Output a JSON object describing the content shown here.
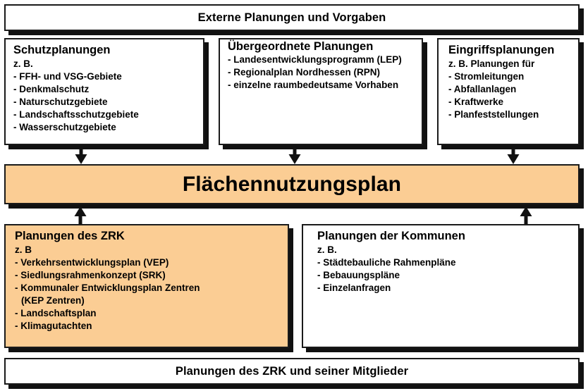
{
  "diagram": {
    "title": "Flächennutzungsplan diagram",
    "colors": {
      "accent_orange": "#fbcd94",
      "box_border": "#1a1a1a",
      "shadow": "#111111",
      "background": "#ffffff"
    },
    "top_banner": {
      "label": "Externe Planungen und Vorgaben"
    },
    "center_banner": {
      "label": "Flächennutzungsplan"
    },
    "bottom_banner": {
      "label": "Planungen des ZRK und seiner Mitglieder"
    },
    "upper_boxes": [
      {
        "title": "Schutzplanungen",
        "subtitle": "z. B.",
        "items": [
          "- FFH- und VSG-Gebiete",
          "- Denkmalschutz",
          "- Naturschutzgebiete",
          "- Landschaftsschutzgebiete",
          "- Wasserschutzgebiete"
        ]
      },
      {
        "title": "Übergeordnete Planungen",
        "subtitle": "",
        "items": [
          "- Landesentwicklungsprogramm (LEP)",
          "- Regionalplan Nordhessen (RPN)",
          "- einzelne raumbedeutsame Vorhaben"
        ]
      },
      {
        "title": "Eingriffsplanungen",
        "subtitle": "z. B. Planungen für",
        "items": [
          "- Stromleitungen",
          "- Abfallanlagen",
          "- Kraftwerke",
          "- Planfeststellungen"
        ]
      }
    ],
    "lower_boxes": [
      {
        "title": "Planungen des ZRK",
        "subtitle": "z. B",
        "items": [
          "- Verkehrsentwicklungsplan (VEP)",
          "- Siedlungsrahmenkonzept (SRK)",
          "- Kommunaler Entwicklungsplan  Zentren",
          "(KEP Zentren)",
          "- Landschaftsplan",
          "- Klimagutachten"
        ]
      },
      {
        "title": "Planungen der Kommunen",
        "subtitle": "z. B.",
        "items": [
          "- Städtebauliche Rahmenpläne",
          "- Bebauungspläne",
          "- Einzelanfragen"
        ]
      }
    ],
    "arrows": [
      {
        "name": "arrow-schutzplanungen-to-fnp",
        "direction": "down"
      },
      {
        "name": "arrow-uebergeordnete-to-fnp",
        "direction": "down"
      },
      {
        "name": "arrow-eingriffsplanungen-to-fnp",
        "direction": "down"
      },
      {
        "name": "arrow-zrk-to-fnp",
        "direction": "up"
      },
      {
        "name": "arrow-kommunen-to-fnp",
        "direction": "up"
      }
    ]
  }
}
